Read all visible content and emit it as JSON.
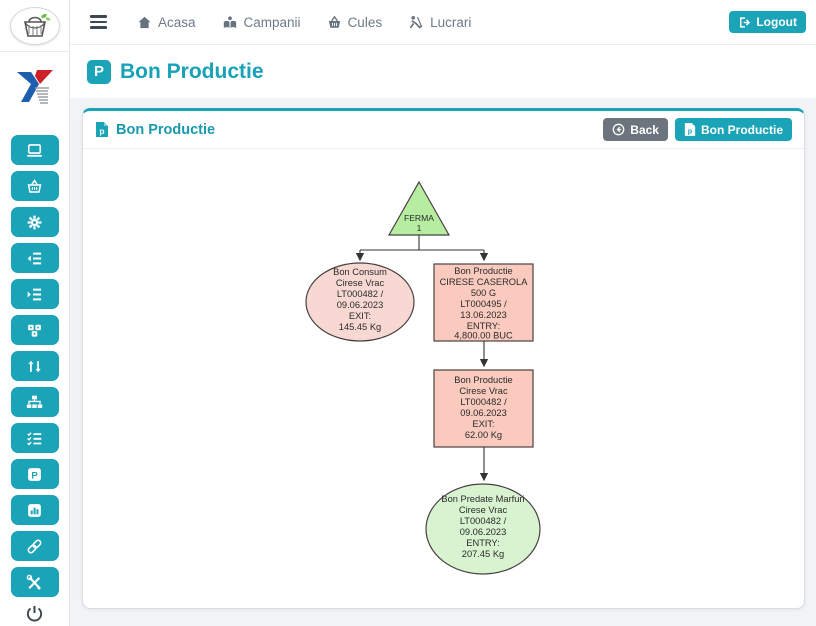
{
  "colors": {
    "accent_teal": "#1ba4b8",
    "back_gray": "#6c757d",
    "ferma_node": "#b6eda0",
    "consum_node": "#f8d8d3",
    "productie_node": "#f9cabd",
    "predate_node": "#d8f3cf"
  },
  "topbar": {
    "nav": [
      {
        "label": "Acasa",
        "icon": "home-icon"
      },
      {
        "label": "Campanii",
        "icon": "book-reader-icon"
      },
      {
        "label": "Cules",
        "icon": "basket-icon"
      },
      {
        "label": "Lucrari",
        "icon": "person-digging-icon"
      }
    ],
    "logout_label": "Logout"
  },
  "page_header": {
    "badge": "P",
    "title": "Bon Productie"
  },
  "card": {
    "title": "Bon Productie",
    "back_label": "Back",
    "action_label": "Bon Productie"
  },
  "sidebar": {
    "items": [
      "display-icon",
      "harvest-basket-icon",
      "settings-icon",
      "outdent-list-icon",
      "indent-list-icon",
      "cubes-icon",
      "transfer-icon",
      "sitemap-icon",
      "checklist-icon",
      "parking-icon",
      "chart-icon",
      "links-icon",
      "tools-icon"
    ],
    "power": "power-icon"
  },
  "diagram": {
    "triangle": {
      "lines": [
        "FERMA",
        "1"
      ]
    },
    "bon_consum": {
      "lines": [
        "Bon Consum",
        "Cirese Vrac",
        "LT000482 /",
        "09.06.2023",
        "EXIT:",
        "145.45 Kg"
      ]
    },
    "bon_productie_caserola": {
      "lines": [
        "Bon Productie",
        "CIRESE CASEROLA",
        "500 G",
        "LT000495 /",
        "13.06.2023",
        "ENTRY:",
        "4,800.00 BUC"
      ]
    },
    "bon_productie_vrac": {
      "lines": [
        "Bon Productie",
        "Cirese Vrac",
        "LT000482 /",
        "09.06.2023",
        "EXIT:",
        "62.00 Kg"
      ]
    },
    "bon_predate_marfuri": {
      "lines": [
        "Bon Predate Marfuri",
        "Cirese Vrac",
        "LT000482 /",
        "09.06.2023",
        "ENTRY:",
        "207.45 Kg"
      ]
    }
  }
}
